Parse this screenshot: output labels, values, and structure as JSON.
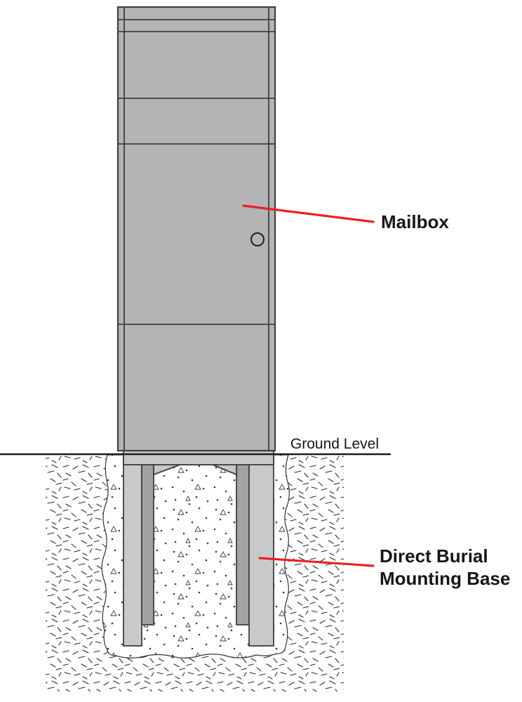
{
  "labels": {
    "mailbox": "Mailbox",
    "ground_level": "Ground Level",
    "base_line1": "Direct Burial",
    "base_line2": "Mounting Base"
  },
  "colors": {
    "mailbox_gray": "#b4b4b6",
    "bracket_gray": "#c9c9cb",
    "leg_light_gray": "#c9c9cb",
    "leg_dark_gray": "#a2a2a5",
    "outline": "#3f3f41",
    "annotation_red": "#ed2024",
    "ink": "#1c1c1c"
  }
}
